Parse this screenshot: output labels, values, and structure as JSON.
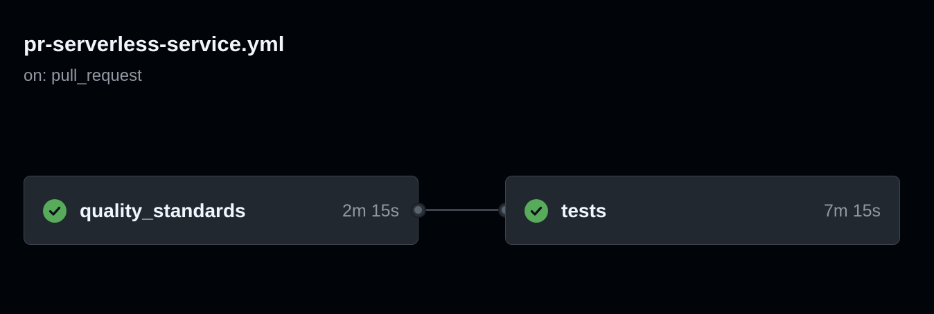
{
  "workflow": {
    "title": "pr-serverless-service.yml",
    "trigger": "on: pull_request"
  },
  "jobs": [
    {
      "name": "quality_standards",
      "duration": "2m 15s",
      "status": "success",
      "status_icon": "check-circle-icon"
    },
    {
      "name": "tests",
      "duration": "7m 15s",
      "status": "success",
      "status_icon": "check-circle-icon"
    }
  ],
  "colors": {
    "background": "#010409",
    "card": "#212830",
    "card_border": "#3d444d",
    "success": "#57ab5a",
    "title_text": "#f0f6fc",
    "muted_text": "#9198a1"
  }
}
